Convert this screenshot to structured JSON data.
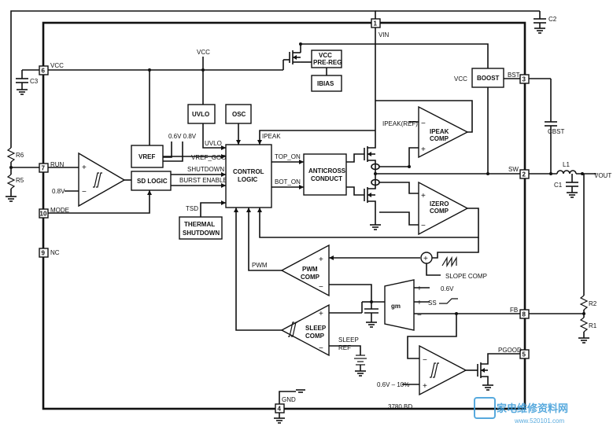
{
  "pins": [
    {
      "num": "1",
      "name": "VIN"
    },
    {
      "num": "6",
      "name": "VCC"
    },
    {
      "num": "7",
      "name": "RUN"
    },
    {
      "num": "10",
      "name": "MODE"
    },
    {
      "num": "9",
      "name": "NC"
    },
    {
      "num": "4",
      "name": "GND"
    },
    {
      "num": "3",
      "name": "BST"
    },
    {
      "num": "2",
      "name": "SW"
    },
    {
      "num": "8",
      "name": "FB"
    },
    {
      "num": "5",
      "name": "PGOOD"
    }
  ],
  "blocks": {
    "vcc_prereg": {
      "line1": "VCC",
      "line2": "PRE-REG"
    },
    "ibias": "IBIAS",
    "boost": "BOOST",
    "uvlo": "UVLO",
    "osc": "OSC",
    "vref": "VREF",
    "sd_logic": "SD LOGIC",
    "control_logic": {
      "line1": "CONTROL",
      "line2": "LOGIC"
    },
    "anticross": {
      "line1": "ANTICROSS",
      "line2": "CONDUCT"
    },
    "thermal": {
      "line1": "THERMAL",
      "line2": "SHUTDOWN"
    },
    "ipeak_comp": {
      "line1": "IPEAK",
      "line2": "COMP"
    },
    "izero_comp": {
      "line1": "IZERO",
      "line2": "COMP"
    },
    "pwm_comp": {
      "line1": "PWM",
      "line2": "COMP"
    },
    "sleep_comp": {
      "line1": "SLEEP",
      "line2": "COMP"
    },
    "gm": "gm"
  },
  "signals": {
    "vcc_top": "VCC",
    "vcc_boost": "VCC",
    "v06_v08": "0.6V 0.8V",
    "uvlo_sig": "UVLO",
    "vref_good": "VREF_GOOD",
    "ipeak": "IPEAK",
    "top_on": "TOP_ON",
    "bot_on": "BOT_ON",
    "shutdown": "SHUTDOWN",
    "burst_enable": "BURST ENABLE",
    "tsd": "TSD",
    "ipeak_ref": "IPEAK(REF)",
    "pwm": "PWM",
    "slope_comp": "SLOPE COMP",
    "v06": "0.6V",
    "ss": "SS",
    "v08": "0.8V",
    "sleep_ref": {
      "line1": "SLEEP",
      "line2": "REF"
    },
    "pgood_ref": "0.6V – 10%",
    "vout": "VOUT"
  },
  "components": {
    "c2": "C2",
    "c3": "C3",
    "r6": "R6",
    "r5": "R5",
    "cbst": "CBST",
    "l1": "L1",
    "c1": "C1",
    "r2": "R2",
    "r1": "R1"
  },
  "part_code": "3780 BD",
  "watermark": {
    "cn": "家电维修资料网",
    "url": "www.520101.com"
  }
}
